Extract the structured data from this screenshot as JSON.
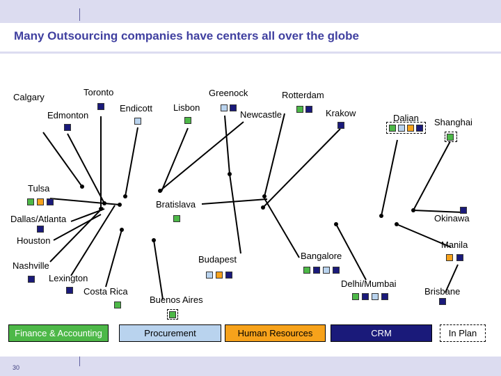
{
  "title": "Many Outsourcing companies have centers all over the globe",
  "colors": {
    "finance": "#4db848",
    "procurement": "#b9d3ee",
    "hr": "#f7a21b",
    "crm": "#1a1a7a",
    "title": "#4040a0"
  },
  "cities": {
    "calgary": "Calgary",
    "toronto": "Toronto",
    "edmonton": "Edmonton",
    "endicott": "Endicott",
    "lisbon": "Lisbon",
    "greenock": "Greenock",
    "rotterdam": "Rotterdam",
    "newcastle": "Newcastle",
    "krakow": "Krakow",
    "dalian": "Dalian",
    "shanghai": "Shanghai",
    "tulsa": "Tulsa",
    "bratislava": "Bratislava",
    "dallas": "Dallas/Atlanta",
    "okinawa": "Okinawa",
    "houston": "Houston",
    "manila": "Manila",
    "nashville": "Nashville",
    "budapest": "Budapest",
    "bangalore": "Bangalore",
    "lexington": "Lexington",
    "delhi": "Delhi/Mumbai",
    "costarica": "Costa Rica",
    "brisbane": "Brisbane",
    "buenosaires": "Buenos Aires"
  },
  "legend": {
    "finance": "Finance & Accounting",
    "procurement": "Procurement",
    "hr": "Human Resources",
    "crm": "CRM",
    "inplan": "In Plan"
  },
  "page_number": "30"
}
